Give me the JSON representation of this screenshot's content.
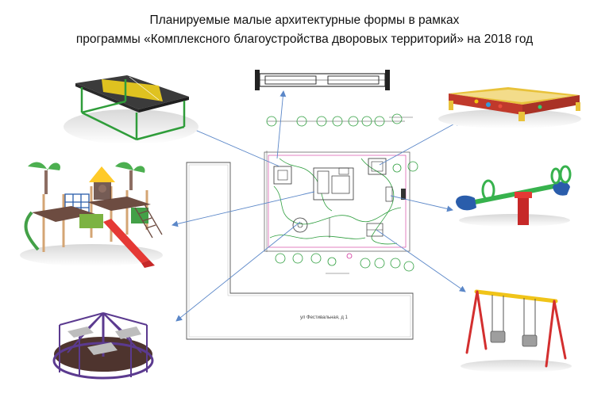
{
  "title": {
    "line1": "Планируемые малые архитектурные  формы в рамках",
    "line2": "программы «Комплексного благоустройства дворовых территорий»  на 2018 год"
  },
  "plan": {
    "street_label": "ул Фестивальная, д 1"
  },
  "colors": {
    "arrow": "#5b87c8",
    "plan_green": "#2e9e3e",
    "plan_magenta": "#d0309a",
    "tennis_table": "#3b3b3b",
    "tennis_legs": "#2f9d3a",
    "net": "#f2d21e",
    "sandbox_frame": "#e8c23a",
    "sandbox_red": "#c0392b",
    "seesaw_bar": "#37b24d",
    "seesaw_post": "#c62828",
    "seesaw_seat": "#2a5dab",
    "swing_frame": "#d32f2f",
    "swing_top": "#f0c419",
    "carousel": "#5b3a8f"
  },
  "icons": {
    "tennis": "table-tennis-icon",
    "bench": "bench-icon",
    "sandbox": "sandbox-icon",
    "playground": "playground-icon",
    "seesaw": "seesaw-icon",
    "carousel": "carousel-icon",
    "swing": "swing-icon"
  }
}
